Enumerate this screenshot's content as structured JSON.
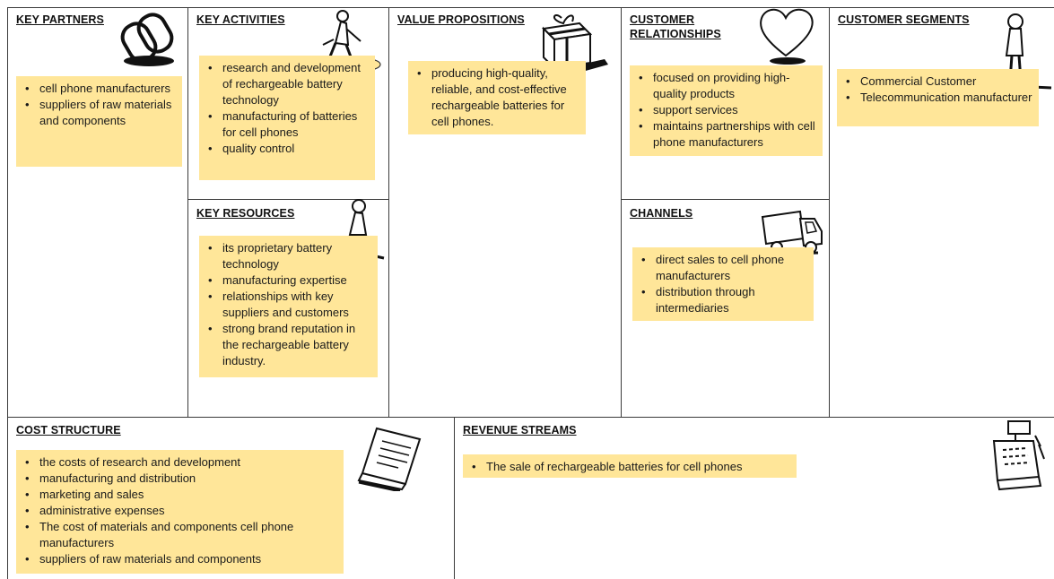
{
  "canvas": {
    "key_partners": {
      "title": "KEY PARTNERS",
      "icon": "chain-link-icon",
      "items": [
        "cell phone manufacturers",
        "suppliers of raw materials and components"
      ]
    },
    "key_activities": {
      "title": "KEY ACTIVITIES",
      "icon": "worker-icon",
      "items": [
        "research and development of rechargeable battery technology",
        "manufacturing of batteries for cell phones",
        "quality control"
      ]
    },
    "key_resources": {
      "title": "KEY RESOURCES",
      "icon": "person-with-cart-icon",
      "items": [
        "its proprietary battery technology",
        "manufacturing expertise",
        "relationships with key suppliers and customers",
        "strong brand reputation in the rechargeable battery industry."
      ]
    },
    "value_propositions": {
      "title": "VALUE PROPOSITIONS",
      "icon": "gift-box-icon",
      "items": [
        "producing high-quality, reliable, and cost-effective rechargeable batteries for cell phones."
      ]
    },
    "customer_relationships": {
      "title": "CUSTOMER RELATIONSHIPS",
      "icon": "heart-icon",
      "items": [
        "focused on providing high-quality products",
        "support services",
        "maintains partnerships with cell phone manufacturers"
      ]
    },
    "channels": {
      "title": "CHANNELS",
      "icon": "truck-icon",
      "items": [
        "direct sales to cell phone manufacturers",
        "distribution through intermediaries"
      ]
    },
    "customer_segments": {
      "title": "CUSTOMER SEGMENTS",
      "icon": "standing-person-icon",
      "items": [
        "Commercial Customer",
        "Telecommunication manufacturer"
      ]
    },
    "cost_structure": {
      "title": "COST STRUCTURE",
      "icon": "document-icon",
      "items": [
        "the costs of research and development",
        "manufacturing and distribution",
        "marketing and sales",
        "administrative expenses",
        "The cost of materials and components cell phone manufacturers",
        "suppliers of raw materials and components"
      ]
    },
    "revenue_streams": {
      "title": "REVENUE STREAMS",
      "icon": "cash-register-icon",
      "items": [
        "The sale of rechargeable batteries for cell phones"
      ]
    }
  }
}
